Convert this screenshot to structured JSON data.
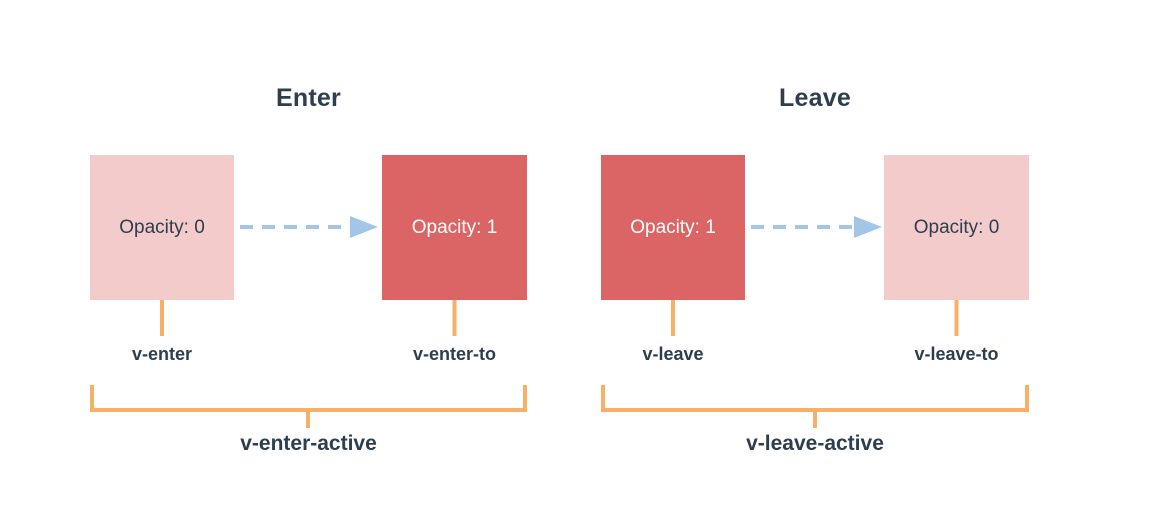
{
  "diagram": {
    "name": "transition-classes-diagram",
    "colors": {
      "background": "#ffffff",
      "box_pink": "#f3cbcb",
      "box_red": "#db6565",
      "arrow_blue": "#a3c6e8",
      "connector_orange": "#f7b065",
      "text_dark": "#2c3e50",
      "text_light": "#ffffff"
    }
  },
  "sections": [
    {
      "title": "Enter",
      "start_box": {
        "label": "Opacity: 0",
        "style": "pink"
      },
      "end_box": {
        "label": "Opacity: 1",
        "style": "red"
      },
      "start_class": "v-enter",
      "end_class": "v-enter-to",
      "active_class": "v-enter-active"
    },
    {
      "title": "Leave",
      "start_box": {
        "label": "Opacity: 1",
        "style": "red"
      },
      "end_box": {
        "label": "Opacity: 0",
        "style": "pink"
      },
      "start_class": "v-leave",
      "end_class": "v-leave-to",
      "active_class": "v-leave-active"
    }
  ]
}
